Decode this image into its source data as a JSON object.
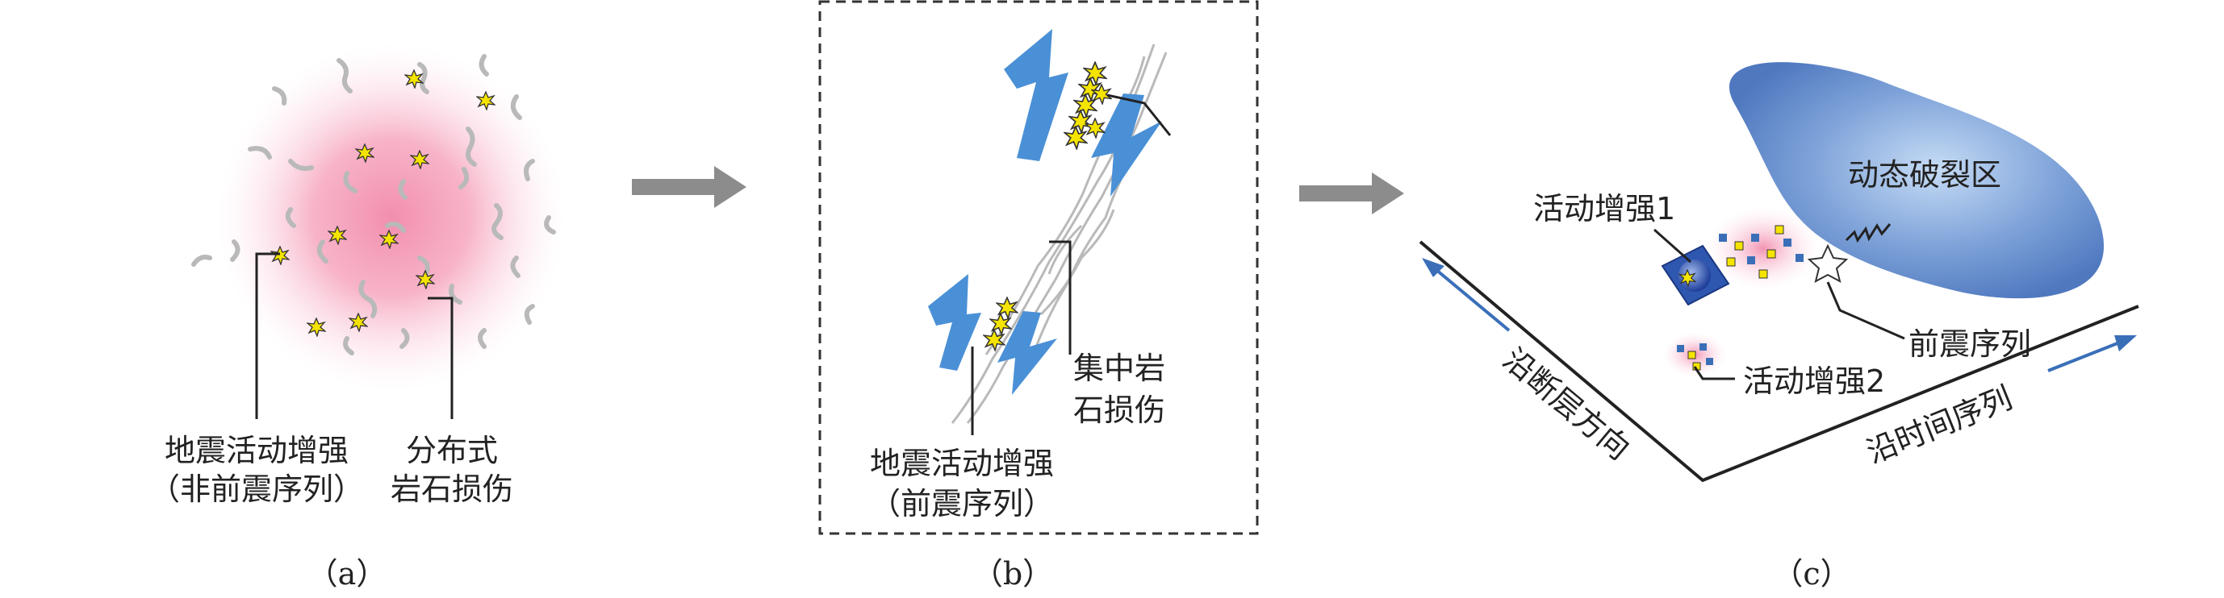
{
  "panel_a": {
    "label_seismic_line1": "地震活动增强",
    "label_seismic_line2": "（非前震序列）",
    "label_damage_line1": "分布式",
    "label_damage_line2": "岩石损伤",
    "caption": "（a）"
  },
  "panel_b": {
    "label_damage_line1": "集中岩",
    "label_damage_line2": "石损伤",
    "label_seismic_line1": "地震活动增强",
    "label_seismic_line2": "（前震序列）",
    "caption": "（b）"
  },
  "panel_c": {
    "label_rupture": "动态破裂区",
    "label_activity1": "活动增强1",
    "label_foreshock": "前震序列",
    "label_activity2": "活动增强2",
    "axis_fault": "沿断层方向",
    "axis_time": "沿时间序列",
    "caption": "（c）"
  },
  "colors": {
    "halo": "#f4a7bd",
    "star_fill": "#f5e400",
    "crack": "#b9b9b9",
    "blue_arrow": "#4a90d6",
    "gray_arrow": "#8c8c8c",
    "rupture_blob": "#6e95d2",
    "axis_arrow": "#3a6fb8"
  }
}
